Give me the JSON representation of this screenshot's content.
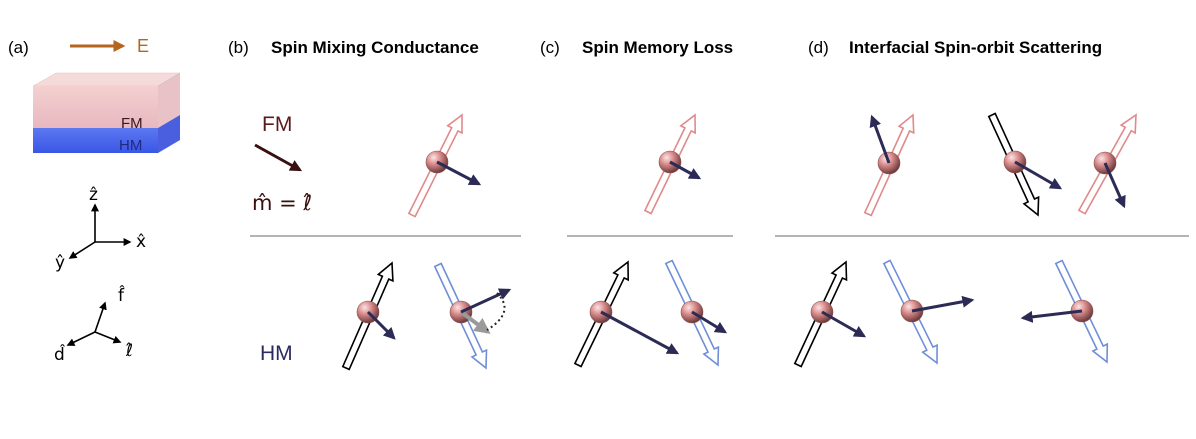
{
  "panels": {
    "a": {
      "label": "(a)",
      "field": "E",
      "fm": "FM",
      "hm": "HM"
    },
    "b": {
      "label": "(b)",
      "title": "Spin Mixing Conductance"
    },
    "c": {
      "label": "(c)",
      "title": "Spin Memory Loss"
    },
    "d": {
      "label": "(d)",
      "title": "Interfacial Spin-orbit Scattering"
    }
  },
  "axes1": {
    "z": "ẑ",
    "x": "x̂",
    "y": "ŷ"
  },
  "axes2": {
    "f": "f̂",
    "d": "d̂",
    "l": "ℓ̂"
  },
  "layers": {
    "fm": "FM",
    "hm": "HM",
    "equation": "m̂ = ℓ̂"
  },
  "colors": {
    "field": "#b5651d",
    "fm_text": "#5a1a1a",
    "hm_text": "#2a2a60",
    "spin_fm": "#e08a8a",
    "spin_hm_up": "#000000",
    "spin_hm_down": "#6f8fd8",
    "magnetization": "#2b2b55",
    "atom": "#d98a8a"
  }
}
